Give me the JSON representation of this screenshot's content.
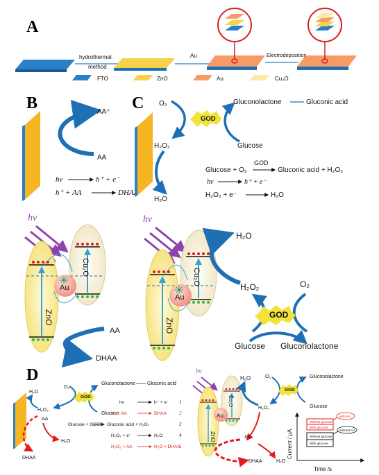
{
  "panels": {
    "a": "A",
    "b": "B",
    "c": "C",
    "d": "D"
  },
  "panel_a": {
    "step1": "hydrothermal",
    "step1b": "method",
    "step2": "Au",
    "step3": "Electrodeposition",
    "legend": [
      "FTO",
      "ZnO",
      "Au",
      "Cu₂O"
    ]
  },
  "colors": {
    "fto": "#2b7fc9",
    "zno": "#f6d24a",
    "au": "#f79b66",
    "cu2o": "#fce9a7",
    "blue": "#1f6fb5",
    "red": "#e41a1c",
    "god": "#f2e33a"
  },
  "panel_b": {
    "aa_plus": "AA⁺",
    "aa": "AA",
    "eq1_hv": "hν",
    "eq1_prod": "h⁺ + e⁻",
    "eq2_lhs": "h⁺ + AA",
    "eq2_prod": "DHAA"
  },
  "panel_c": {
    "o2": "O₂",
    "gluconolactone": "Gluconolactone",
    "gluconic_acid": "Gluconic acid",
    "god": "GOD",
    "h2o2": "H₂O₂",
    "glucose": "Glucose",
    "h2o": "H₂O",
    "eq1_lhs": "Glucose + O₂",
    "eq1_rhs": "Gluconic acid + H₂O₂",
    "eq2_lhs": "hν",
    "eq2_rhs": "h⁺ + e⁻",
    "eq3_lhs": "H₂O₂ + e⁻",
    "eq3_rhs": "H₂O"
  },
  "mid_left": {
    "hv": "hν",
    "zno": "ZnO",
    "cu2o": "Cu₂O",
    "au": "Au",
    "aa": "AA",
    "dhaa": "DHAA"
  },
  "mid_right": {
    "hv": "hν",
    "zno": "ZnO",
    "cu2o": "Cu₂O",
    "au": "Au",
    "h2o": "H₂O",
    "h2o2": "H₂O₂",
    "o2": "O₂",
    "god": "GOD",
    "glucose": "Glucose",
    "gluconolactone": "Gluconolactone"
  },
  "panel_d": {
    "h2o": "H₂O",
    "o2": "O₂",
    "god": "GOD",
    "gluconolactone": "Gluconolactone",
    "gluconic_acid": "Gluconic acid",
    "h2o2": "H₂O₂",
    "glucose": "Glucose",
    "aa": "AA",
    "dhaa": "DHAA",
    "equations": [
      {
        "lhs": "hν",
        "rhs": "h⁺ + e⁻",
        "num": "1",
        "red": false
      },
      {
        "lhs": "h⁺ + AA",
        "rhs": "DHAA",
        "num": "2",
        "red": true
      },
      {
        "lhs": "Glucose + O₂",
        "rhs": "Gluconic acid + H₂O₂",
        "num": "3",
        "red": false
      },
      {
        "lhs": "H₂O₂ + e⁻",
        "rhs": "H₂O",
        "num": "4",
        "red": false
      },
      {
        "lhs": "H₂O₂ + AA",
        "rhs": "H₂O + DHAA",
        "num": "5",
        "red": true
      }
    ],
    "eq3_god": "GOD",
    "right": {
      "hv": "hν",
      "zno": "ZnO",
      "cu2o": "Cu₂O",
      "au": "Au",
      "h2o": "H₂O",
      "o2": "O₂",
      "gluconolactone": "Gluconolactone",
      "h2o2": "H₂O₂",
      "glucose": "Glucose",
      "aa": "AA",
      "dhaa": "DHAA"
    },
    "inset": {
      "ylabel": "Current / μA",
      "xlabel": "Time /s",
      "bars": [
        "Without glucose",
        "With glucose",
        "Without glucose",
        "With glucose"
      ],
      "callouts": [
        "with AA",
        "without AA"
      ]
    }
  }
}
